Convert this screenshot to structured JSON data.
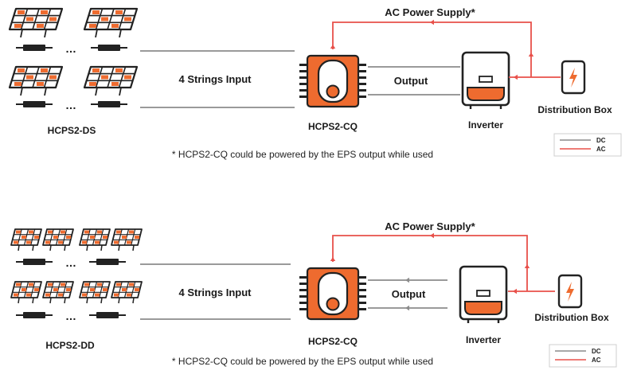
{
  "diagrams": [
    {
      "ac_label": "AC Power Supply*",
      "strings_label": "4 Strings Input",
      "output_label": "Output",
      "controller_label": "HCPS2-CQ",
      "inverter_label": "Inverter",
      "distribution_label": "Distribution Box",
      "device_label": "HCPS2-DS",
      "note": "* HCPS2-CQ could be powered by the EPS output while used",
      "legend": {
        "dc": "DC",
        "ac": "AC"
      }
    },
    {
      "ac_label": "AC Power Supply*",
      "strings_label": "4 Strings Input",
      "output_label": "Output",
      "controller_label": "HCPS2-CQ",
      "inverter_label": "Inverter",
      "distribution_label": "Distribution Box",
      "device_label": "HCPS2-DD",
      "note": "* HCPS2-CQ could be powered by the EPS output while used",
      "legend": {
        "dc": "DC",
        "ac": "AC"
      }
    }
  ],
  "ellipsis": "…",
  "colors": {
    "accent": "#ee6b2f",
    "dc_line": "#8c8c8c",
    "ac_line": "#e8504a",
    "outline": "#222222"
  }
}
